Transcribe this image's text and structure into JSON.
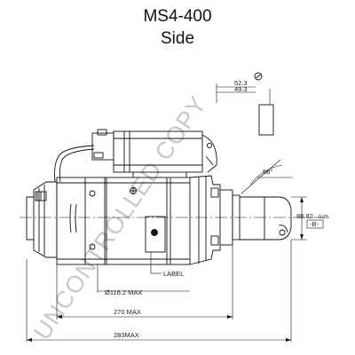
{
  "title": "MS4-400",
  "subtitle": "Side",
  "watermark": "UNCONTROLLED COPY",
  "dimensions": {
    "top_a": "52.3",
    "top_b": "49.3",
    "angle": "58°",
    "pilot": "88.82",
    "pilot_tol": "-0.05",
    "datum": "-B-",
    "body_dia": "Ø116.2 MAX",
    "length_1": "270 MAX",
    "length_2": "283MAX",
    "label_callout": "LABEL"
  }
}
